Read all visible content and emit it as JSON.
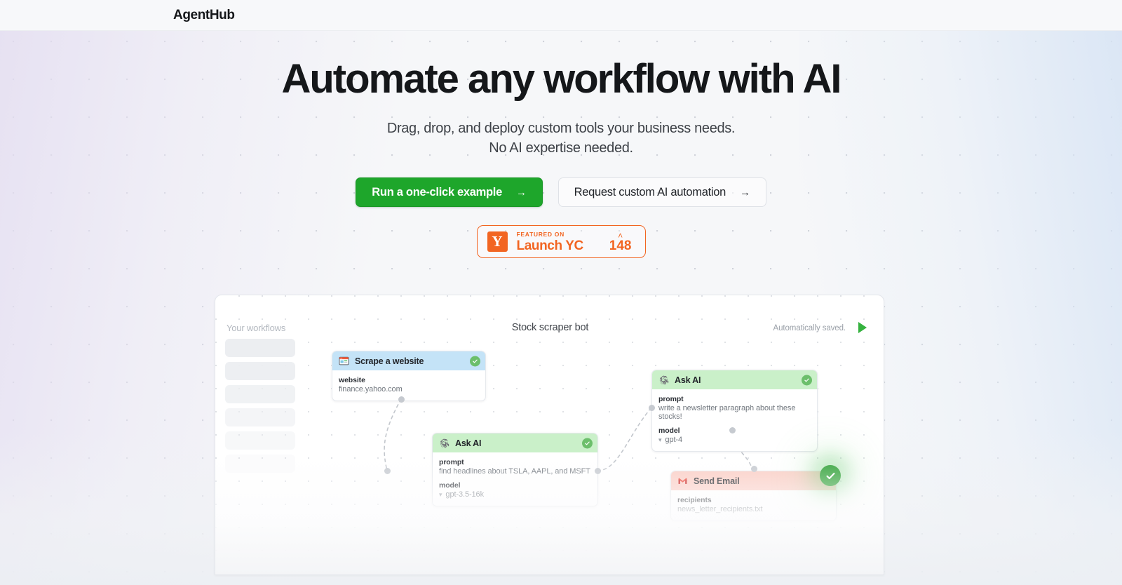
{
  "nav": {
    "logo": "AgentHub"
  },
  "hero": {
    "headline": "Automate any workflow with AI",
    "sub_line1": "Drag, drop, and deploy custom tools your business needs.",
    "sub_line2": "No AI expertise needed.",
    "primary_cta": "Run a one-click example",
    "primary_cta_arrow": "→",
    "secondary_cta": "Request custom AI automation",
    "secondary_cta_arrow": "→"
  },
  "yc_badge": {
    "y_letter": "Y",
    "featured_on": "FEATURED ON",
    "launch": "Launch YC",
    "caret": "˄",
    "votes": "148"
  },
  "canvas": {
    "sidebar_label": "Your workflows",
    "title": "Stock scraper bot",
    "saved_status": "Automatically saved.",
    "play_icon": "play-icon",
    "skeleton_count": 6,
    "nodes": [
      {
        "id": "scrape-a-website",
        "title": "Scrape a website",
        "icon": "browser-window-icon",
        "header_color": "#c4e3f7",
        "status": "check-badge",
        "fields": [
          {
            "label": "website",
            "value": "finance.yahoo.com",
            "type": "text"
          }
        ]
      },
      {
        "id": "ask-ai-1",
        "title": "Ask AI",
        "icon": "openai-icon",
        "header_color": "#caf0c9",
        "status": "check-badge",
        "fields": [
          {
            "label": "prompt",
            "value": "find headlines about TSLA, AAPL, and MSFT",
            "type": "text"
          },
          {
            "label": "model",
            "value": "gpt-3.5-16k",
            "type": "select"
          }
        ]
      },
      {
        "id": "ask-ai-2",
        "title": "Ask AI",
        "icon": "openai-icon",
        "header_color": "#caf0c9",
        "status": "check-badge",
        "fields": [
          {
            "label": "prompt",
            "value": "write a newsletter paragraph about these stocks!",
            "type": "text"
          },
          {
            "label": "model",
            "value": "gpt-4",
            "type": "select"
          }
        ]
      },
      {
        "id": "send-email",
        "title": "Send Email",
        "icon": "gmail-icon",
        "header_color": "#fbcdc4",
        "status": "check-badge-large",
        "fields": [
          {
            "label": "recipients",
            "value": "news_letter_recipients.txt",
            "type": "text"
          }
        ]
      }
    ]
  },
  "colors": {
    "brand_green": "#1ea62b",
    "yc_orange": "#f26522",
    "node_blue": "#c4e3f7",
    "node_green": "#caf0c9",
    "node_red": "#fbcdc4",
    "check_green": "#35a33c",
    "page_bg": "#f6f7f9"
  }
}
